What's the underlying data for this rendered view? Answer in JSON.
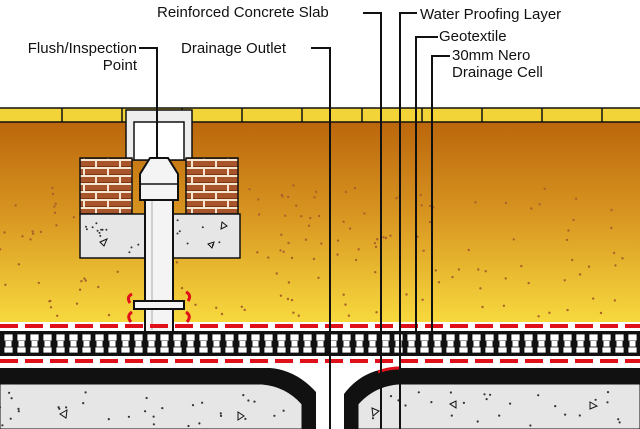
{
  "labels": {
    "reinforced_concrete_slab": "Reinforced Concrete Slab",
    "water_proofing_layer": "Water Proofing Layer",
    "flush_inspection_point": [
      "Flush/Inspection",
      "Point"
    ],
    "drainage_outlet": "Drainage Outlet",
    "geotextile": "Geotextile",
    "drainage_cell": [
      "30mm Nero",
      "Drainage Cell"
    ]
  },
  "colors": {
    "paving": "#f2d338",
    "soil_top": "#bb660c",
    "soil_bottom": "#f7d93e",
    "soil_speck": "#a8622a",
    "brick": "#a8552c",
    "brick_dark": "#7a3515",
    "mortar": "#f5e6cf",
    "concrete": "#e6e6e6",
    "geotextile": "#e0101a",
    "membrane": "#111111",
    "pipe": "#f4f4f4",
    "outline": "#111111"
  }
}
